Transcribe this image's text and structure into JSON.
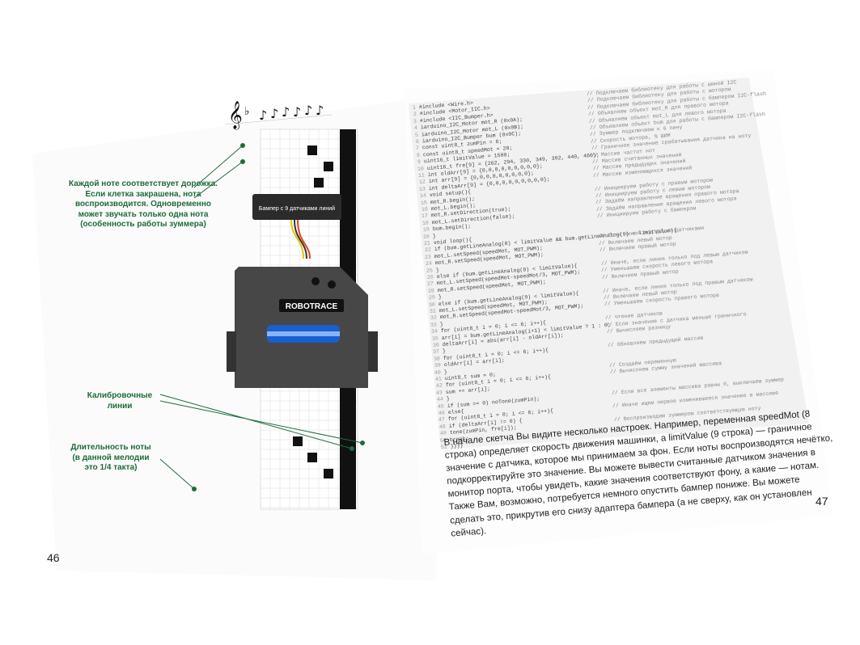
{
  "left_page": {
    "page_number": "46",
    "annotations": {
      "note_track": "Каждой ноте соответствует дорожка. Если клетка закрашена, нота воспроизводится. Одновременно может звучать только одна нота (особенность работы зуммера)",
      "calibration": "Калибровочные линии",
      "duration": "Длительность ноты (в данной мелодии это 1/4 такта)"
    },
    "illustration": {
      "bumper_label": "Бампер с 9 датчиками линий",
      "robot_label": "ROBOTRACE"
    }
  },
  "right_page": {
    "page_number": "47",
    "body_text": "В начале скетча Вы видите несколько настроек. Например, переменная speedMot (8 строка) определяет скорость движения машинки, а limitValue (9 строка) — граничное значение с датчика, которое мы принимаем за фон. Если ноты воспроизводятся нечётко, подкорректируйте это значение. Вы можете вывести считанные датчиком значения в монитор порта, чтобы увидеть, какие значения соответствуют фону, а какие — нотам. Также Вам, возможно, потребуется немного опустить бампер пониже. Вы можете сделать это, прикрутив его снизу адаптера бампера (а не сверху, как он установлен сейчас).",
    "code_lines": [
      {
        "n": "1",
        "code": "#include <Wire.h>",
        "comment": "// Подключаем библиотеку для работы с шиной I2C"
      },
      {
        "n": "2",
        "code": "#include <Motor_IIC.h>",
        "comment": "// Подключаем библиотеку для работы с мотором"
      },
      {
        "n": "3",
        "code": "#include <IIC_Bumper.h>",
        "comment": "// Подключаем библиотеку для работы с бампером I2C-flash"
      },
      {
        "n": "4",
        "code": "iarduino_I2C_Motor mot_R (0x0A);",
        "comment": "// Объявляем объект mot_R для правого мотора"
      },
      {
        "n": "5",
        "code": "iarduino_I2C_Motor mot_L (0x0B);",
        "comment": "// Объявляем объект mot_L для левого мотора"
      },
      {
        "n": "6",
        "code": "iarduino_I2C_Bumper bum (0x0C);",
        "comment": "// Объявляем объект bum для работы с бампером I2C-flash"
      },
      {
        "n": "7",
        "code": "const uint8_t zumPin = 6;",
        "comment": "// Зуммер подключаем к 6 пину"
      },
      {
        "n": "8",
        "code": "const uint8_t speedMot = 20;",
        "comment": "// Скорость мотора, % ШИМ"
      },
      {
        "n": "9",
        "code": "uint16_t limitValue = 1500;",
        "comment": "// Граничное значение срабатывания датчика на ноту"
      },
      {
        "n": "10",
        "code": "uint16_t fre[9] = {262, 294, 330, 349, 392, 440, 466};",
        "comment": "// Массив частот нот"
      },
      {
        "n": "11",
        "code": "int oldArr[9] = {0,0,0,0,0,0,0,0,0};",
        "comment": "// Массив считанных значений"
      },
      {
        "n": "12",
        "code": "int arr[9] = {0,0,0,0,0,0,0,0,0};",
        "comment": "// Массив предыдущих значений"
      },
      {
        "n": "13",
        "code": "int deltaArr[9] = {0,0,0,0,0,0,0,0,0};",
        "comment": "// Массив изменяющихся значений"
      },
      {
        "n": "14",
        "code": "void setup(){",
        "comment": ""
      },
      {
        "n": "15",
        "code": "  mot_R.begin();",
        "comment": "// Инициируем работу с правым мотором"
      },
      {
        "n": "16",
        "code": "  mot_L.begin();",
        "comment": "// Инициируем работу с левым мотором"
      },
      {
        "n": "17",
        "code": "  mot_R.setDirection(true);",
        "comment": "// Задаём направление вращения правого мотора"
      },
      {
        "n": "18",
        "code": "  mot_L.setDirection(false);",
        "comment": "// Задаём направление вращения левого мотора"
      },
      {
        "n": "19",
        "code": "  bum.begin();",
        "comment": "// Инициируем работу с бампером"
      },
      {
        "n": "20",
        "code": "}",
        "comment": ""
      },
      {
        "n": "21",
        "code": "void loop(){",
        "comment": ""
      },
      {
        "n": "22",
        "code": "  if (bum.getLineAnalog(8) < limitValue && bum.getLineAnalog(9) < limitValue){",
        "comment": "// Если линия под двумя датчиками"
      },
      {
        "n": "23",
        "code": "    mot_L.setSpeed(speedMot, MOT_PWM);",
        "comment": "// Включаем левый мотор"
      },
      {
        "n": "24",
        "code": "    mot_R.setSpeed(speedMot, MOT_PWM);",
        "comment": "// Включаем правый мотор"
      },
      {
        "n": "25",
        "code": "  }",
        "comment": ""
      },
      {
        "n": "26",
        "code": "  else if (bum.getLineAnalog(8) < limitValue){",
        "comment": "// Иначе, если линия только под левым датчиком"
      },
      {
        "n": "27",
        "code": "    mot_L.setSpeed(speedMot-speedMot/3, MOT_PWM);",
        "comment": "// Уменьшаем скорость левого мотора"
      },
      {
        "n": "28",
        "code": "    mot_R.setSpeed(speedMot, MOT_PWM);",
        "comment": "// Включаем правый мотор"
      },
      {
        "n": "29",
        "code": "  }",
        "comment": ""
      },
      {
        "n": "30",
        "code": "  else if (bum.getLineAnalog(9) < limitValue){",
        "comment": "// Иначе, если линия только под правым датчиком"
      },
      {
        "n": "31",
        "code": "    mot_L.setSpeed(speedMot, MOT_PWM);",
        "comment": "// Включаем левый мотор"
      },
      {
        "n": "32",
        "code": "    mot_R.setSpeed(speedMot-speedMot/3, MOT_PWM);",
        "comment": "// Уменьшаем скорость правого мотора"
      },
      {
        "n": "33",
        "code": "  }",
        "comment": ""
      },
      {
        "n": "34",
        "code": "  for (uint8_t i = 0; i <= 6; i++){",
        "comment": "// Чтение датчиков"
      },
      {
        "n": "35",
        "code": "    arr[i] = bum.getLineAnalog(i+1) < limitValue ? 1 : 0;",
        "comment": "// Если значение с датчика меньше граничного"
      },
      {
        "n": "36",
        "code": "    deltaArr[i] = abs(arr[i] - oldArr[i]);",
        "comment": "// Вычисляем разницу"
      },
      {
        "n": "37",
        "code": "  }",
        "comment": ""
      },
      {
        "n": "38",
        "code": "  for (uint8_t i = 0; i <= 6; i++){",
        "comment": "// Обновляем предыдущий массив"
      },
      {
        "n": "39",
        "code": "    oldArr[i] = arr[i];",
        "comment": ""
      },
      {
        "n": "40",
        "code": "  }",
        "comment": ""
      },
      {
        "n": "41",
        "code": "  uint8_t sum = 0;",
        "comment": "// Создаём переменную"
      },
      {
        "n": "42",
        "code": "  for (uint8_t i = 0; i <= 6; i++){",
        "comment": "// Вычисляем сумму значений массива"
      },
      {
        "n": "43",
        "code": "    sum += arr[i];",
        "comment": ""
      },
      {
        "n": "44",
        "code": "  }",
        "comment": ""
      },
      {
        "n": "45",
        "code": "  if (sum == 0) noTone(zumPin);",
        "comment": "// Если все элементы массива равны 0, выключаем зуммер"
      },
      {
        "n": "46",
        "code": "  else{",
        "comment": ""
      },
      {
        "n": "47",
        "code": "    for (uint8_t i = 0; i <= 6; i++){",
        "comment": "// Иначе ищем первое изменившееся значение в массиве"
      },
      {
        "n": "48",
        "code": "      if (deltaArr[i] != 0) {",
        "comment": ""
      },
      {
        "n": "49",
        "code": "        tone(zumPin, fre[i]);",
        "comment": "// Воспроизводим зуммером соответствующую ноту"
      },
      {
        "n": "50",
        "code": "        break;",
        "comment": ""
      },
      {
        "n": "51",
        "code": "}}}}",
        "comment": ""
      }
    ]
  },
  "colors": {
    "annotation_green": "#1e6b3a",
    "code_keyword": "#cc6600",
    "robot_blue": "#1a5fd0",
    "board_gray": "#4a4a4a"
  }
}
